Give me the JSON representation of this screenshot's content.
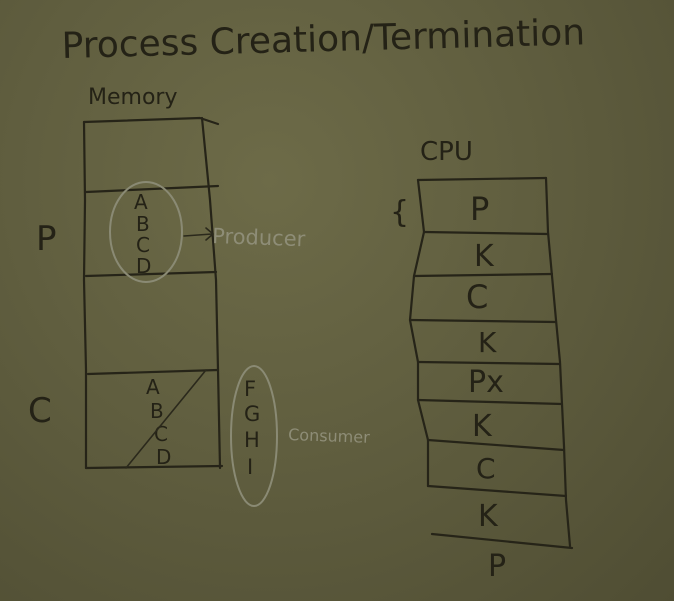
{
  "title": "Process Creation/Termination",
  "memory": {
    "label": "Memory",
    "process_p_label": "P",
    "process_c_label": "C",
    "p_contents": [
      "A",
      "B",
      "C",
      "D"
    ],
    "c_contents": [
      "A",
      "B",
      "C",
      "D"
    ],
    "producer_label": "Producer",
    "consumer_label": "Consumer",
    "consumer_extra": [
      "F",
      "G",
      "H",
      "I"
    ],
    "brace": "{"
  },
  "cpu": {
    "label": "CPU",
    "slots": [
      "P",
      "K",
      "C",
      "K",
      "Px",
      "K",
      "C",
      "K",
      "P"
    ]
  },
  "colors": {
    "board": "#5f5d3e",
    "ink": "#262418",
    "circled_ink": "#8e8d77"
  }
}
